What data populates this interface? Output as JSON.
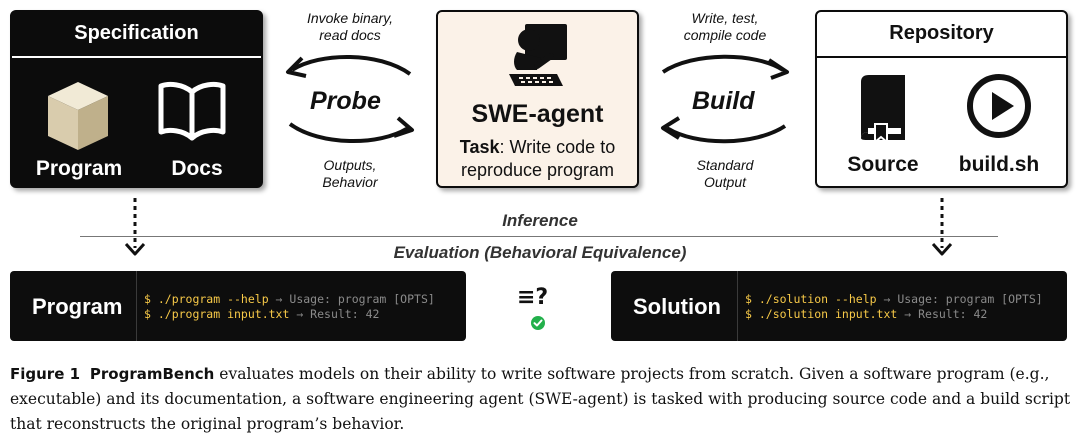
{
  "specification": {
    "title": "Specification",
    "program_label": "Program",
    "docs_label": "Docs"
  },
  "agent": {
    "title": "SWE-agent",
    "task_bold": "Task",
    "task_line1": ": Write code to",
    "task_line2": "reproduce program"
  },
  "repository": {
    "title": "Repository",
    "source_label": "Source",
    "build_label": "build.sh"
  },
  "probe": {
    "label": "Probe",
    "top_line1": "Invoke binary,",
    "top_line2": "read docs",
    "bottom_line1": "Outputs,",
    "bottom_line2": "Behavior"
  },
  "build": {
    "label": "Build",
    "top_line1": "Write, test,",
    "top_line2": "compile code",
    "bottom_line1": "Standard",
    "bottom_line2": "Output"
  },
  "phases": {
    "inference": "Inference",
    "evaluation": "Evaluation (Behavioral Equivalence)"
  },
  "program_terminal": {
    "title": "Program",
    "line1_cmd": "$ ./program --help",
    "line1_out": " → Usage: program [OPTS]",
    "line2_cmd": "$ ./program input.txt",
    "line2_out": " → Result: 42"
  },
  "solution_terminal": {
    "title": "Solution",
    "line1_cmd": "$ ./solution --help",
    "line1_out": " → Usage: program [OPTS]",
    "line2_cmd": "$ ./solution input.txt",
    "line2_out": " → Result: 42"
  },
  "compare": {
    "question": "≡?"
  },
  "caption": {
    "figure": "Figure 1",
    "name": "ProgramBench",
    "text": " evaluates models on their ability to write software projects from scratch. Given a software program (e.g., executable) and its documentation, a software engineering agent (SWE-agent) is tasked with producing source code and a build script that reconstructs the original program’s behavior."
  },
  "colors": {
    "dark": "#0c0c0c",
    "agent_bg": "#fbf2e8",
    "check_green": "#22b04b",
    "prompt_yellow": "#f7c948"
  },
  "icons": [
    "cube-icon",
    "book-icon",
    "agent-computer-icon",
    "bookmark-book-icon",
    "play-icon",
    "check-icon"
  ]
}
